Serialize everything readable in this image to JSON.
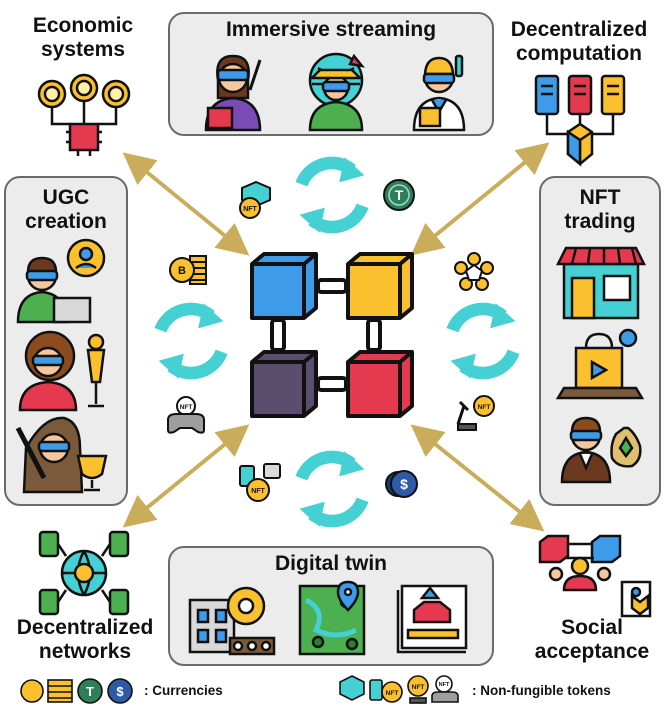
{
  "labels": {
    "economic": "Economic\nsystems",
    "immersive": "Immersive streaming",
    "computation": "Decentralized\ncomputation",
    "ugc": "UGC\ncreation",
    "nft_trading": "NFT\ntrading",
    "digital_twin": "Digital twin",
    "networks": "Decentralized\nnetworks",
    "social": "Social\nacceptance"
  },
  "legend": {
    "currencies": ": Currencies",
    "nft": ": Non-fungible tokens"
  },
  "badges": {
    "nft": "NFT",
    "tether": "T",
    "dollar": "$",
    "bitcoin": "B"
  },
  "colors": {
    "arrow": "#c9ad5a",
    "cycle": "#45d0d4",
    "cube_blue": "#3d9be9",
    "cube_yellow": "#fbc02d",
    "cube_purple": "#5a4e6e",
    "cube_red": "#e53950",
    "box_bg": "#ececec",
    "box_border": "#6b6b6b"
  }
}
